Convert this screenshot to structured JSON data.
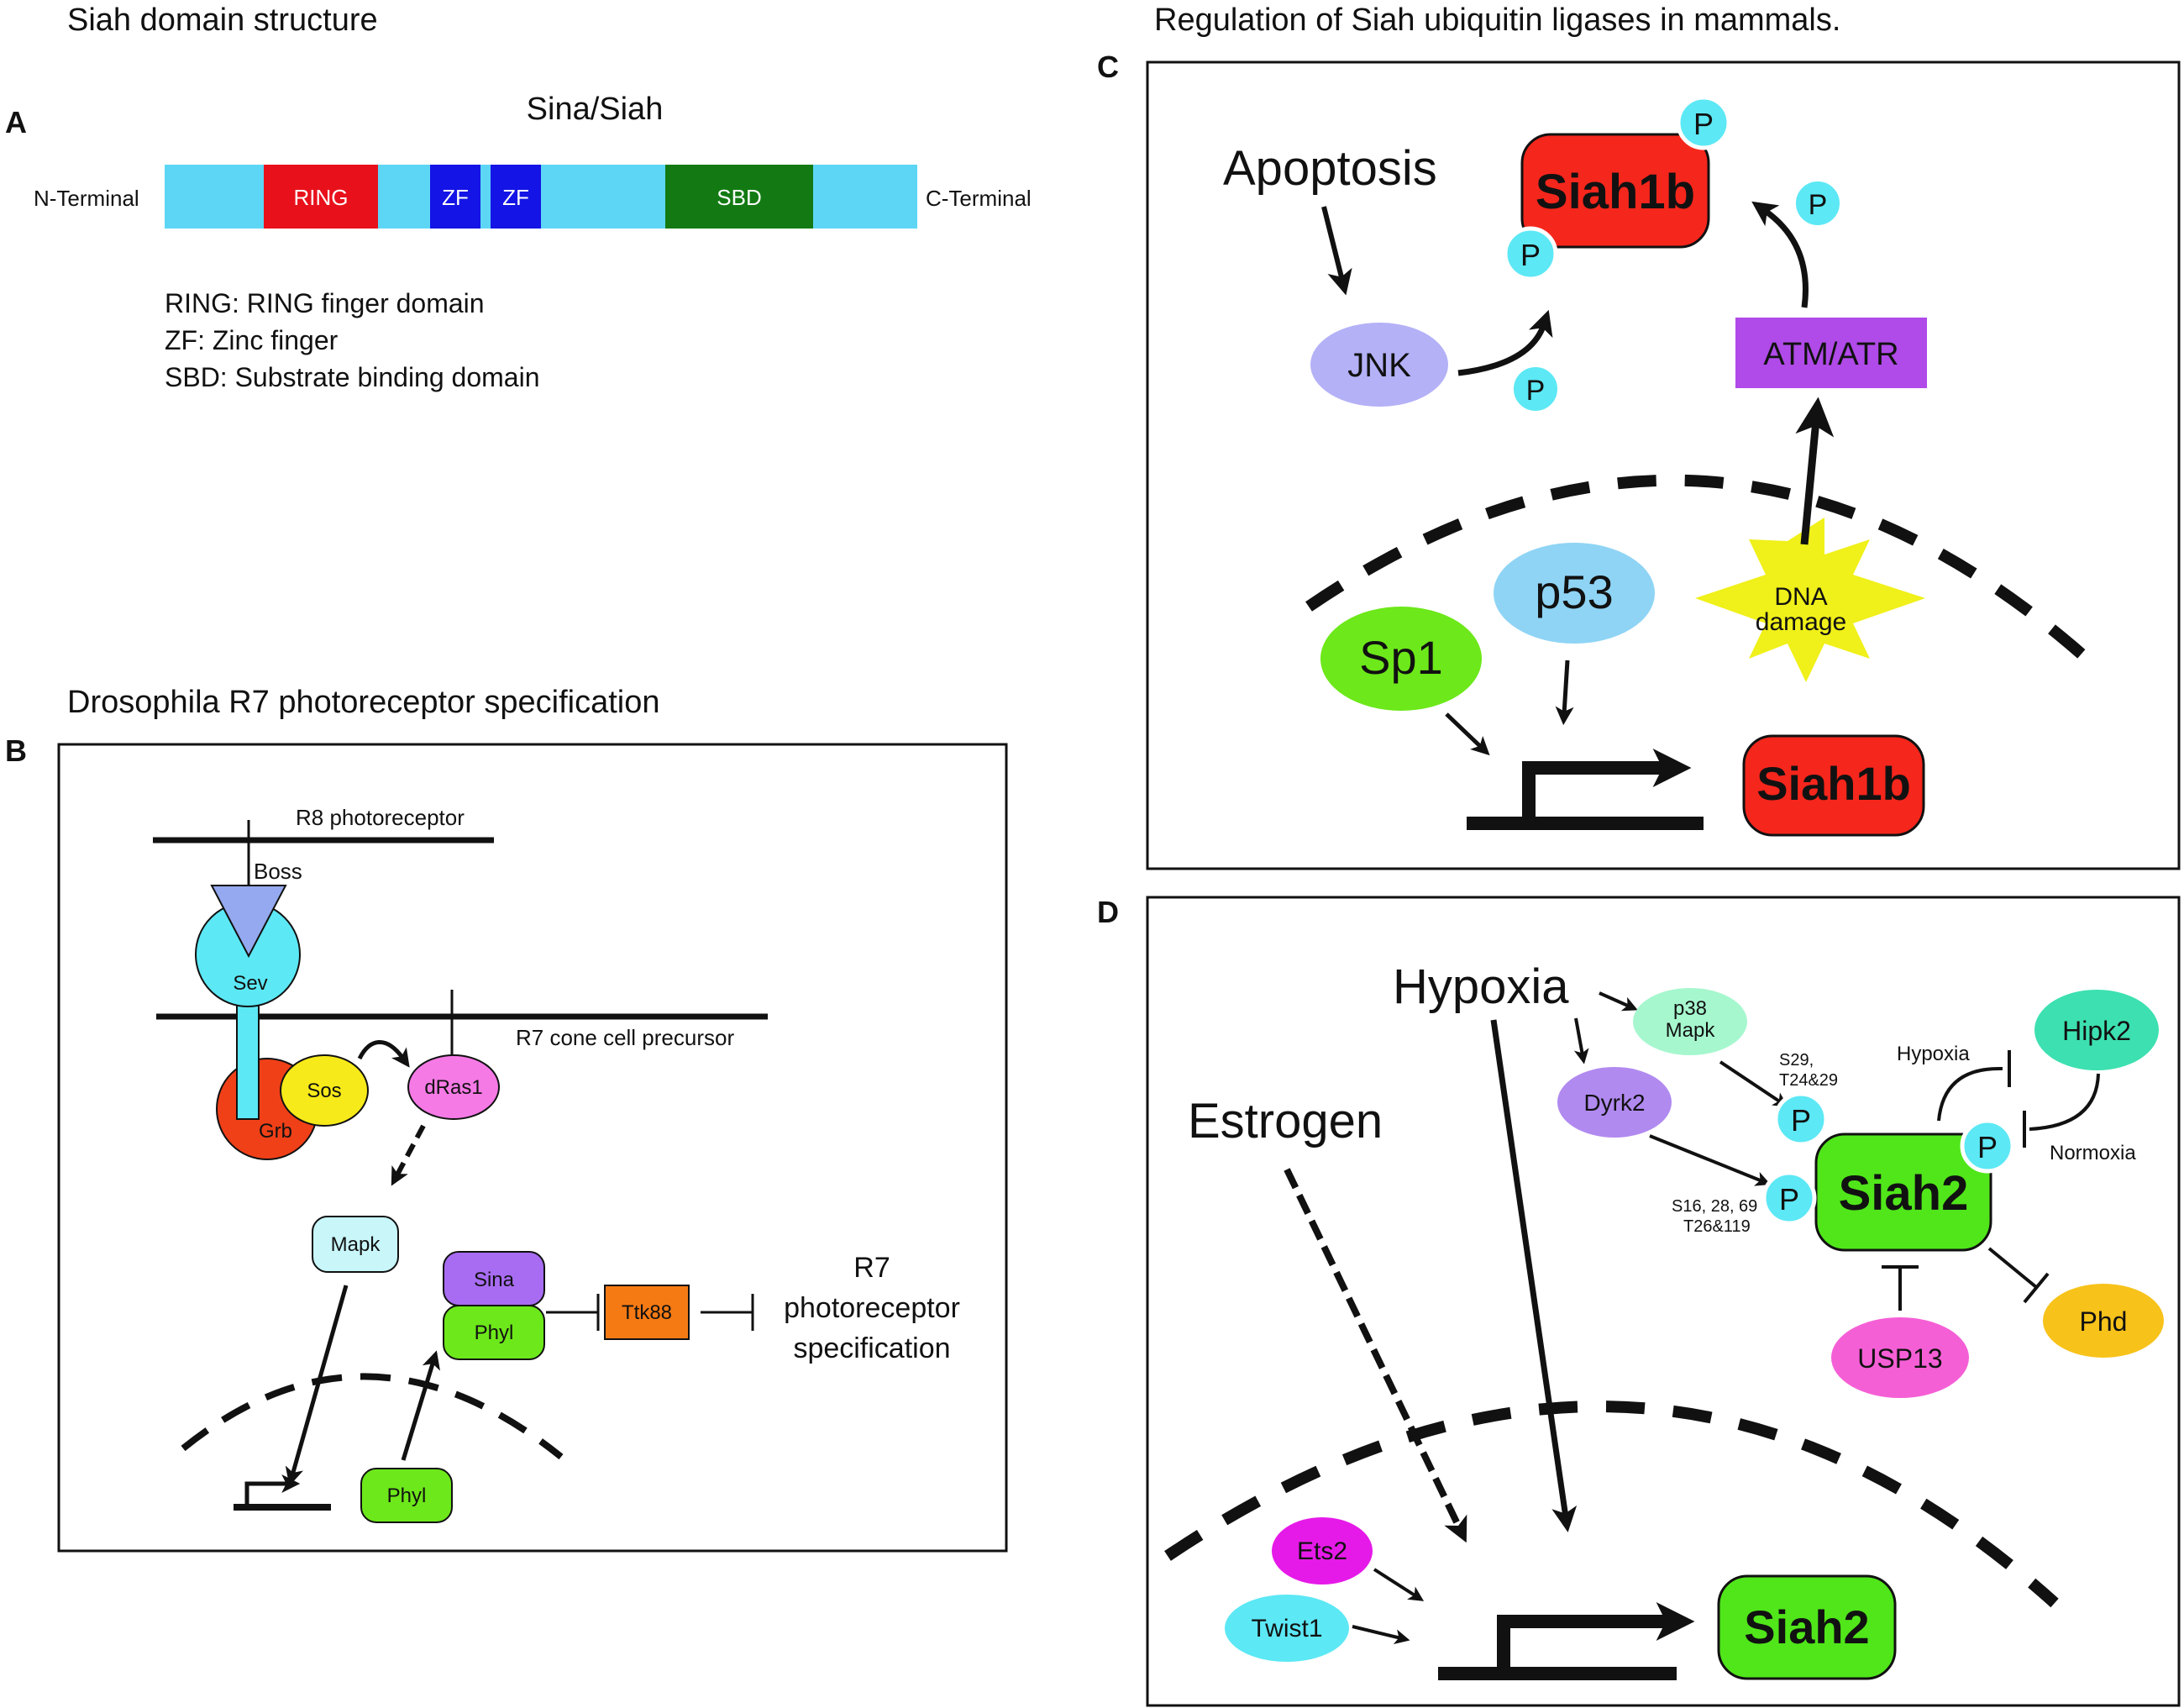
{
  "panelA": {
    "title": "Siah domain structure",
    "letter": "A",
    "protein": "Sina/Siah",
    "n_terminal": "N-Terminal",
    "c_terminal": "C-Terminal",
    "domains": {
      "ring": "RING",
      "zf1": "ZF",
      "zf2": "ZF",
      "sbd": "SBD"
    },
    "legend": [
      "RING: RING finger domain",
      "ZF: Zinc finger",
      "SBD: Substrate binding domain"
    ],
    "colors": {
      "backbone": "#5dd6f5",
      "ring": "#e8111b",
      "zf": "#1414e6",
      "sbd": "#137a13"
    }
  },
  "panelB": {
    "title": "Drosophila R7 photoreceptor specification",
    "letter": "B",
    "r8_label": "R8 photoreceptor",
    "r7_label": "R7 cone cell precursor",
    "boss": "Boss",
    "sev": "Sev",
    "grb": "Grb",
    "sos": "Sos",
    "dras1": "dRas1",
    "mapk": "Mapk",
    "sina": "Sina",
    "phyl_complex": "Phyl",
    "ttk88": "Ttk88",
    "phyl_nucleus": "Phyl",
    "outcome": [
      "R7",
      "photoreceptor",
      "specification"
    ]
  },
  "panelC": {
    "title": "Regulation of Siah ubiquitin ligases in mammals.",
    "letter": "C",
    "apoptosis": "Apoptosis",
    "jnk": "JNK",
    "siah1b_top": "Siah1b",
    "atm_atr": "ATM/ATR",
    "p_label": "P",
    "sp1": "Sp1",
    "p53": "p53",
    "dna_damage": [
      "DNA",
      "damage"
    ],
    "siah1b_bottom": "Siah1b"
  },
  "panelD": {
    "letter": "D",
    "hypoxia": "Hypoxia",
    "estrogen": "Estrogen",
    "p38": [
      "p38",
      "Mapk"
    ],
    "dyrk2": "Dyrk2",
    "sites_p38": [
      "S29,",
      "T24&29"
    ],
    "sites_dyrk2": [
      "S16, 28, 69",
      "T26&119"
    ],
    "hypoxia_small": "Hypoxia",
    "normoxia": "Normoxia",
    "hipk2": "Hipk2",
    "siah2_main": "Siah2",
    "p_label": "P",
    "usp13": "USP13",
    "phd": "Phd",
    "ets2": "Ets2",
    "twist1": "Twist1",
    "siah2_bottom": "Siah2"
  }
}
